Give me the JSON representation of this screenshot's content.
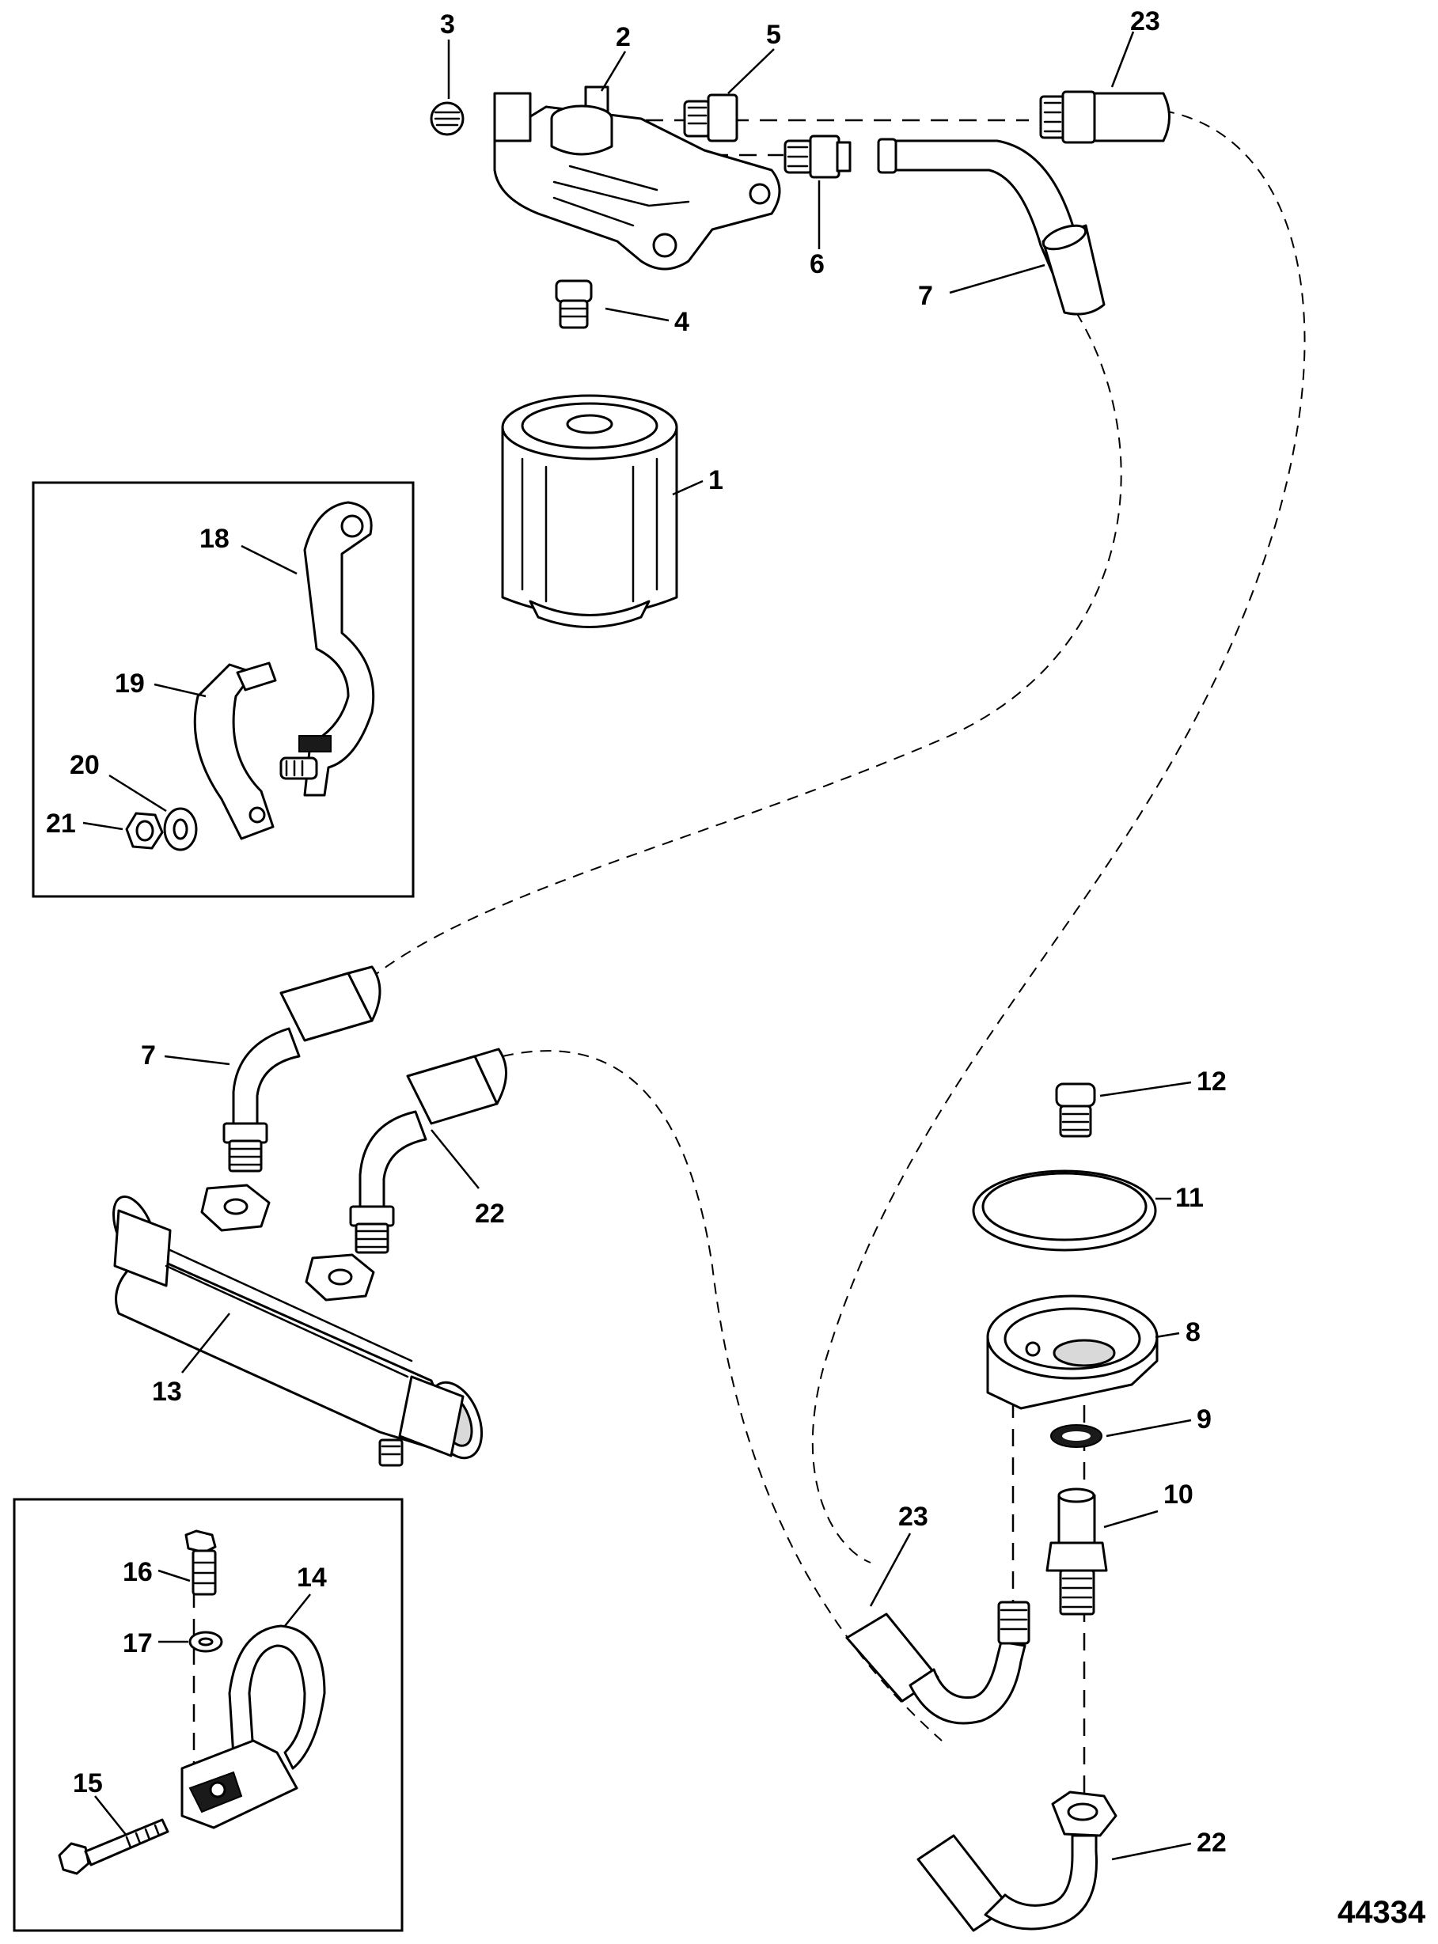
{
  "diagram": {
    "drawing_number": "44334",
    "callouts": {
      "filter": "1",
      "filter_head": "2",
      "head_plug": "3",
      "filter_nipple": "4",
      "fitting_upper": "5",
      "fitting_lower": "6",
      "hose_7_top": "7",
      "hose_7_bottom": "7",
      "adapter": "8",
      "sealing_washer": "9",
      "adapter_fitting": "10",
      "oring": "11",
      "adapter_nipple": "12",
      "cooler": "13",
      "clamp": "14",
      "clamp_screw": "15",
      "clamp_bolt": "16",
      "lockwasher": "17",
      "bracket": "18",
      "strap": "19",
      "washer": "20",
      "nut": "21",
      "hose_22_middle": "22",
      "hose_22_bottom": "22",
      "hose_23_top": "23",
      "hose_23_bottom": "23"
    }
  }
}
